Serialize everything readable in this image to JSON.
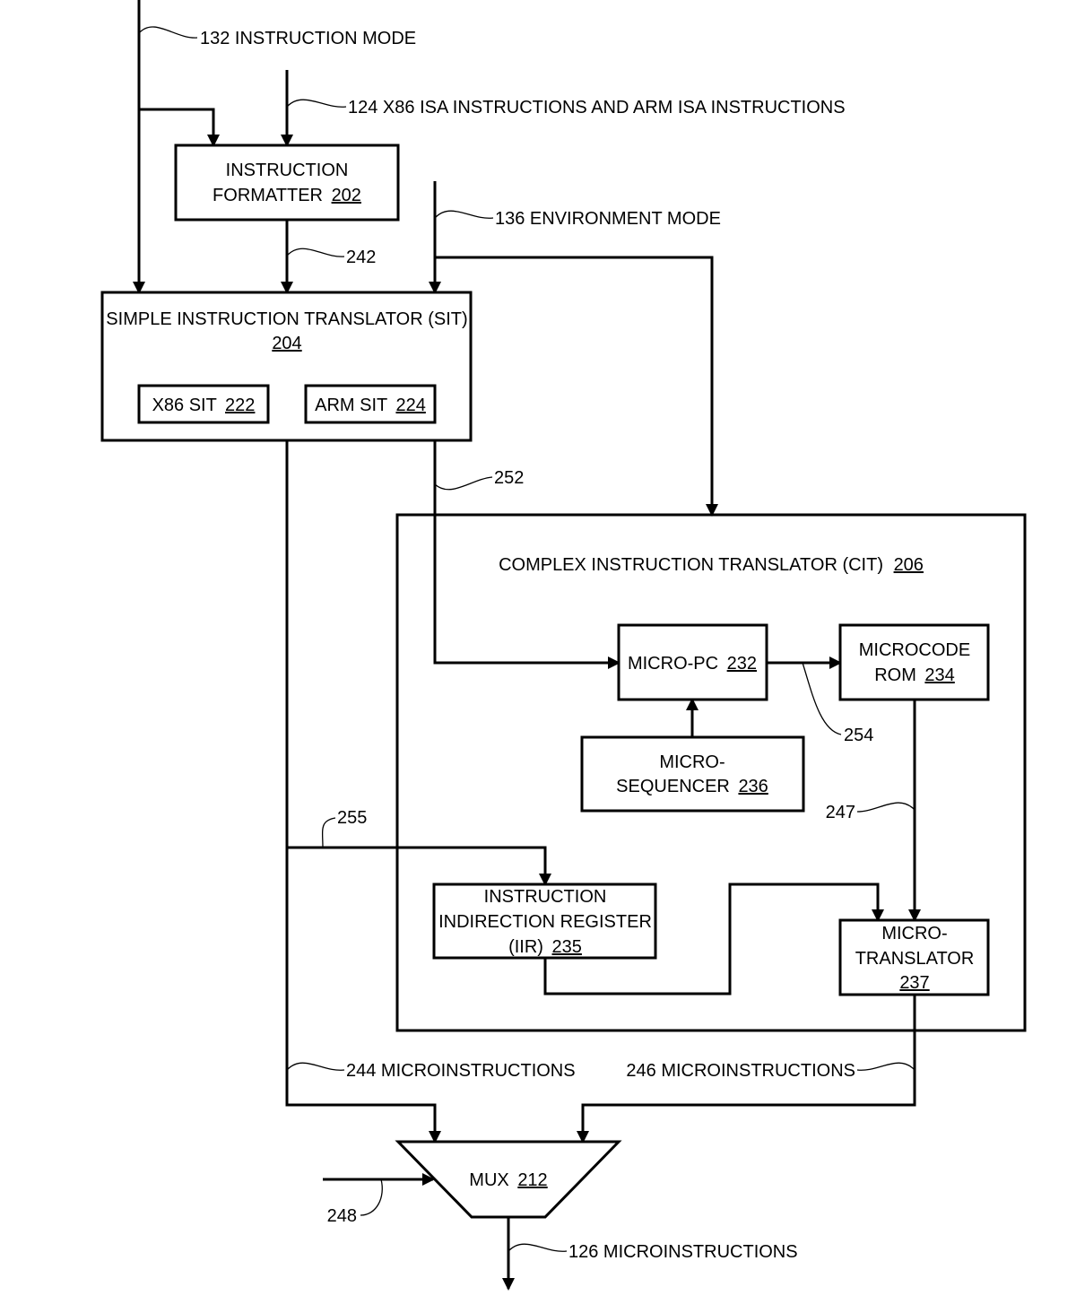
{
  "signals": {
    "instruction_mode": "132 INSTRUCTION MODE",
    "isa_instructions": "124 X86 ISA INSTRUCTIONS AND ARM ISA INSTRUCTIONS",
    "environment_mode": "136 ENVIRONMENT MODE",
    "sig_242": "242",
    "sig_252": "252",
    "sig_254": "254",
    "sig_255": "255",
    "sig_247": "247",
    "microinstructions_244": "244 MICROINSTRUCTIONS",
    "microinstructions_246": "246 MICROINSTRUCTIONS",
    "sig_248": "248",
    "microinstructions_126": "126 MICROINSTRUCTIONS"
  },
  "blocks": {
    "formatter": {
      "line1": "INSTRUCTION",
      "line2": "FORMATTER",
      "ref": "202"
    },
    "sit": {
      "title": "SIMPLE INSTRUCTION TRANSLATOR (SIT)",
      "ref": "204"
    },
    "x86_sit": {
      "label": "X86 SIT",
      "ref": "222"
    },
    "arm_sit": {
      "label": "ARM SIT",
      "ref": "224"
    },
    "cit": {
      "title": "COMPLEX INSTRUCTION TRANSLATOR (CIT)",
      "ref": "206"
    },
    "micro_pc": {
      "label": "MICRO-PC",
      "ref": "232"
    },
    "microcode_rom": {
      "line1": "MICROCODE",
      "line2": "ROM",
      "ref": "234"
    },
    "microsequencer": {
      "line1": "MICRO-",
      "line2": "SEQUENCER",
      "ref": "236"
    },
    "iir": {
      "line1": "INSTRUCTION",
      "line2": "INDIRECTION REGISTER",
      "line3": "(IIR)",
      "ref": "235"
    },
    "microtranslator": {
      "line1": "MICRO-",
      "line2": "TRANSLATOR",
      "ref": "237"
    },
    "mux": {
      "label": "MUX",
      "ref": "212"
    }
  }
}
